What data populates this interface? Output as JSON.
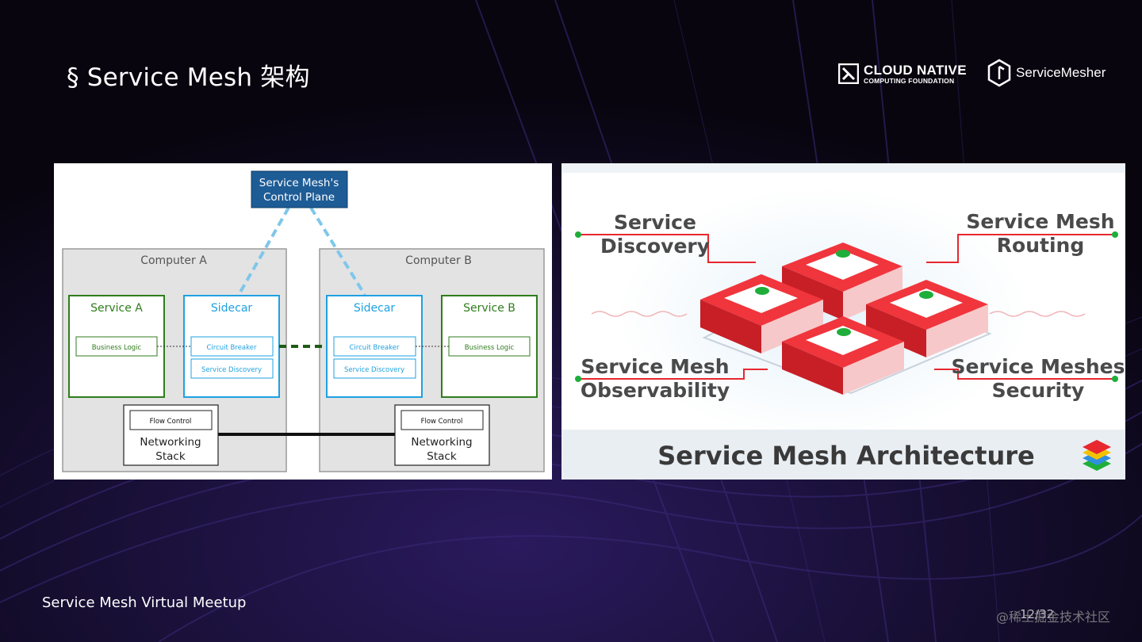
{
  "slide": {
    "title": "§ Service Mesh 架构",
    "footer": "Service Mesh Virtual Meetup",
    "page_number": "12/32",
    "watermark": "@稀土掘金技术社区"
  },
  "logos": {
    "cncf_line1": "CLOUD NATIVE",
    "cncf_line2": "COMPUTING FOUNDATION",
    "servicemesher": "ServiceMesher"
  },
  "left_diagram": {
    "control_plane_line1": "Service Mesh's",
    "control_plane_line2": "Control Plane",
    "computer_a": "Computer A",
    "computer_b": "Computer B",
    "service_a": "Service A",
    "service_b": "Service B",
    "sidecar": "Sidecar",
    "business_logic": "Business Logic",
    "circuit_breaker": "Circuit Breaker",
    "service_discovery": "Service Discovery",
    "flow_control": "Flow Control",
    "networking": "Networking",
    "stack": "Stack"
  },
  "right_diagram": {
    "discovery_line1": "Service",
    "discovery_line2": "Discovery",
    "routing_line1": "Service Mesh",
    "routing_line2": "Routing",
    "observability_line1": "Service Mesh",
    "observability_line2": "Observability",
    "security_line1": "Service Meshes",
    "security_line2": "Security",
    "caption": "Service Mesh Architecture"
  },
  "colors": {
    "control_plane": "#1e5c96",
    "sidecar_blue": "#1ea1e0",
    "service_green": "#2f7d1c",
    "computer_box": "#e3e3e3",
    "server_red": "#e8272f",
    "caption_bar": "#e9eef3"
  }
}
